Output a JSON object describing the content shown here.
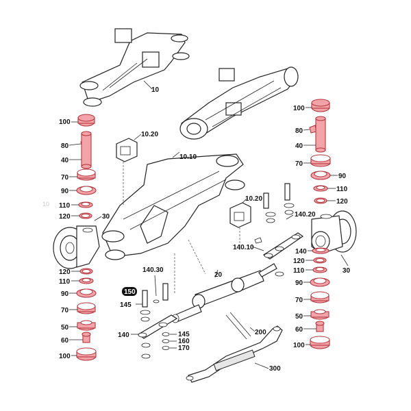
{
  "labels": {
    "axle_housing_top": "10",
    "center_housing": "10.10",
    "bracket_left": "10.20",
    "bracket_right": "10.20",
    "pin_20": "20",
    "hub_left": "30",
    "hub_right": "30",
    "r100_top_l": "100",
    "r80_l": "80",
    "r40_l": "40",
    "r70_top_l": "70",
    "r90_top_l": "90",
    "r110_top_l": "110",
    "r120_top_l": "120",
    "r120_bot_l": "120",
    "r110_bot_l": "110",
    "r90_bot_l": "90",
    "r70_bot_l": "70",
    "r50_l": "50",
    "r60_l": "60",
    "r100_bot_l": "100",
    "r100_top_r": "100",
    "r80_r": "80",
    "r40_r": "40",
    "r70_top_r": "70",
    "r90_top_r": "90",
    "r110_top_r": "110",
    "r120_top_r": "120",
    "r140_r": "140",
    "r120_mid_r": "120",
    "r110_mid_r": "110",
    "r90_mid_r": "90",
    "r70_mid_r": "70",
    "r50_r": "50",
    "r60_r": "60",
    "r100_bot_r": "100",
    "tie_140_20": "140.20",
    "tie_140_10": "140.10",
    "tie_140_30": "140.30",
    "steer_140": "140",
    "s145_a": "145",
    "s145_b": "145",
    "s160": "160",
    "s170": "170",
    "cyl_200": "200",
    "rod_300": "300",
    "badge_150": "150",
    "edge_mark": "10"
  },
  "colors": {
    "highlight_fill": "#f4a3a8",
    "highlight_stroke": "#b0363e",
    "line": "#222222"
  }
}
